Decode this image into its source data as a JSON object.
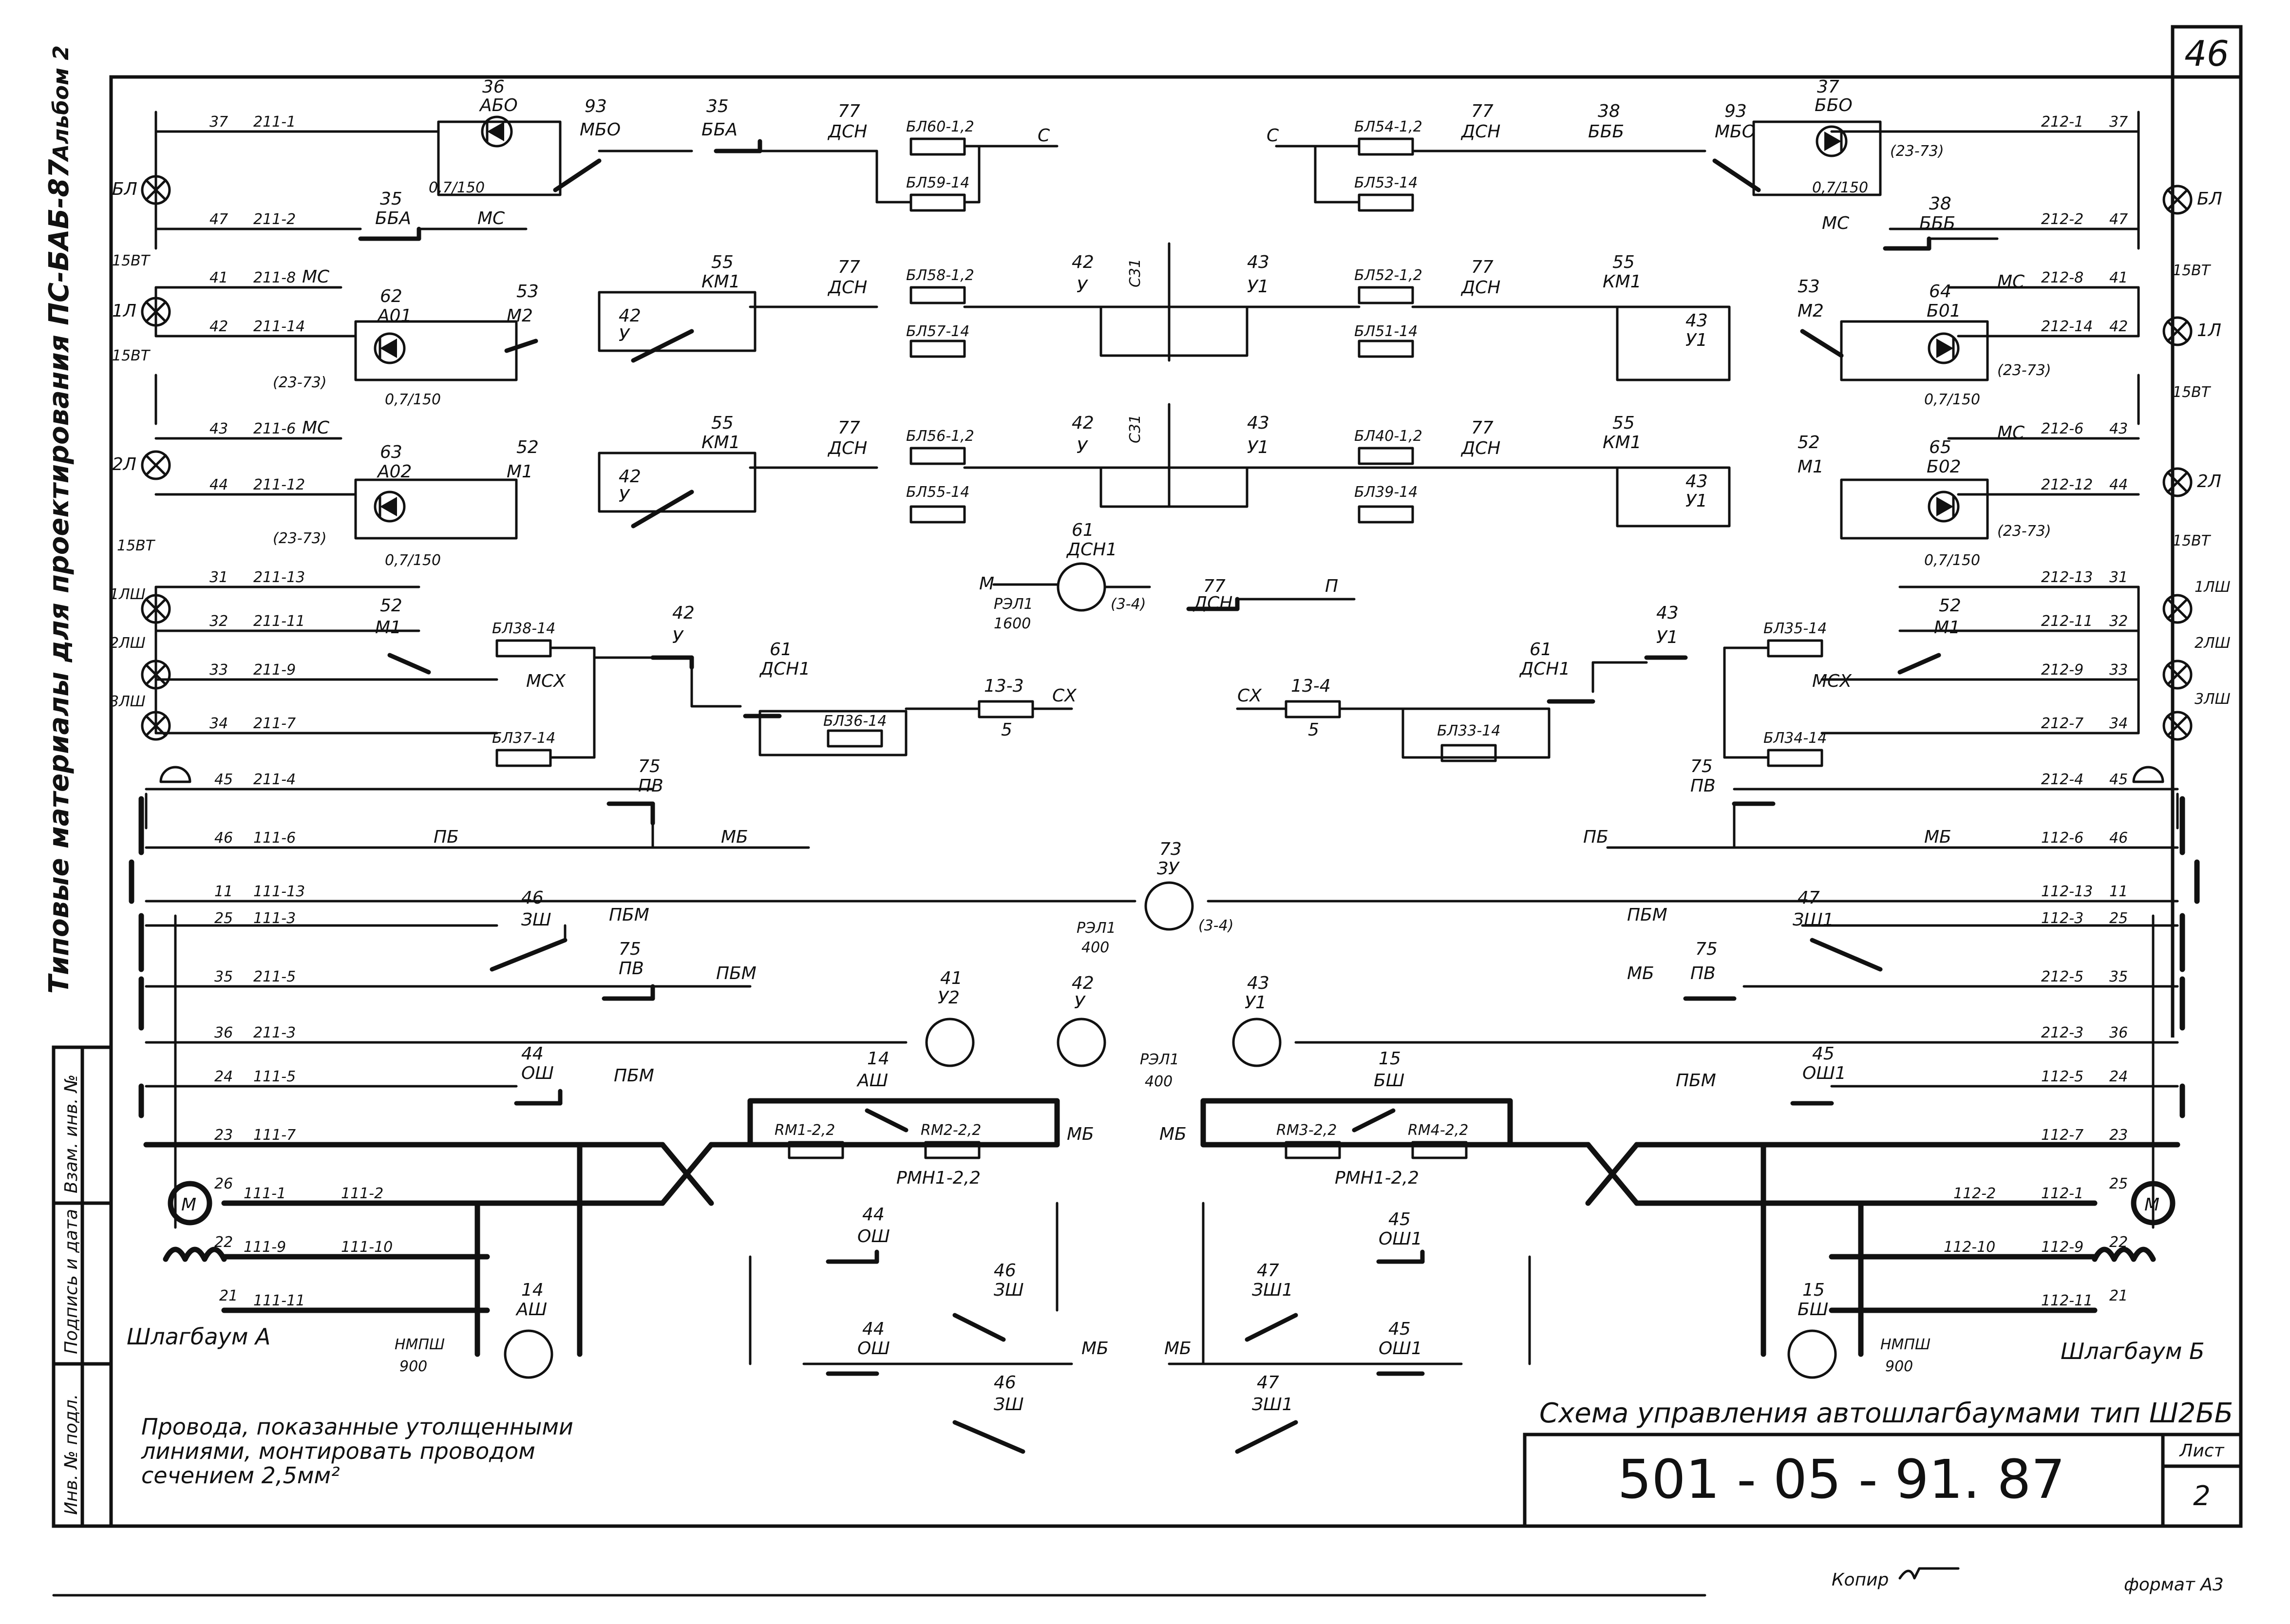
{
  "sheet": {
    "page_number": "46",
    "album": "Альбом 2",
    "series": "Типовые материалы для проектирования ПС-БАБ-87",
    "side_stamp": [
      "Инв. № подл.",
      "Подпись и дата",
      "Взам. инв. №"
    ],
    "title": "Схема управления автошлагбаумами тип Ш2ББ",
    "code": "501 - 05 - 91. 87",
    "list_label": "Лист",
    "list_number": "2",
    "note": [
      "Провода, показанные утолщенными",
      "линиями, монтировать проводом",
      "сечением 2,5мм²"
    ],
    "copy_label": "Копир",
    "format_label": "формат А3",
    "barrier_left": "Шлагбаум А",
    "barrier_right": "Шлагбаум Б",
    "lamp_labels_left": [
      "БЛ",
      "1Л",
      "2Л",
      "1ЛШ",
      "2ЛШ",
      "3ЛШ"
    ],
    "lamp_labels_right": [
      "БЛ",
      "1Л",
      "2Л",
      "1ЛШ",
      "2ЛШ",
      "3ЛШ"
    ],
    "power_labels": [
      "15ВТ",
      "15ВТ",
      "15ВТ",
      "15ВТ",
      "15ВТ",
      "15ВТ"
    ]
  },
  "wires": {
    "left": [
      "211-1",
      "211-2",
      "211-8",
      "211-14",
      "211-6",
      "211-12",
      "211-13",
      "211-11",
      "211-9",
      "211-7",
      "211-4",
      "111-6",
      "111-13",
      "111-3",
      "211-5",
      "211-3",
      "111-5",
      "111-7",
      "111-1",
      "111-2",
      "111-9",
      "111-10",
      "111-11"
    ],
    "right": [
      "212-1",
      "212-2",
      "212-8",
      "212-14",
      "212-6",
      "212-12",
      "212-13",
      "212-11",
      "212-9",
      "212-7",
      "212-4",
      "112-6",
      "112-13",
      "112-3",
      "212-5",
      "212-3",
      "112-5",
      "112-7",
      "112-2",
      "112-1",
      "112-10",
      "112-9",
      "112-11"
    ]
  },
  "terminals": {
    "left": [
      "37",
      "47",
      "41",
      "42",
      "43",
      "44",
      "31",
      "32",
      "33",
      "34",
      "45",
      "46",
      "11",
      "25",
      "35",
      "36",
      "24",
      "23",
      "26",
      "22",
      "21"
    ],
    "right": [
      "37",
      "47",
      "41",
      "42",
      "43",
      "44",
      "31",
      "32",
      "33",
      "34",
      "45",
      "46",
      "11",
      "25",
      "35",
      "36",
      "24",
      "23",
      "25",
      "22",
      "21"
    ]
  },
  "relays": {
    "r36": [
      "36",
      "АБО"
    ],
    "r37": [
      "37",
      "ББО"
    ],
    "r62": [
      "62",
      "А01"
    ],
    "r63": [
      "63",
      "А02"
    ],
    "r64": [
      "64",
      "Б01"
    ],
    "r65": [
      "65",
      "Б02"
    ],
    "r61": [
      "61",
      "ДСН1"
    ],
    "r73": [
      "73",
      "ЗУ"
    ],
    "r41": [
      "41",
      "У2"
    ],
    "r42": [
      "42",
      "У"
    ],
    "r43": [
      "43",
      "У1"
    ],
    "r14": [
      "14",
      "АШ"
    ],
    "r15": [
      "15",
      "БШ"
    ],
    "rp1": [
      "РЭЛ1",
      "1600"
    ],
    "rp2": [
      "РЭЛ1",
      "400"
    ],
    "rp3": [
      "РЭЛ1",
      "400"
    ],
    "nmpsh": [
      "НМПШ",
      "900"
    ]
  },
  "contacts": {
    "k93": [
      "93",
      "МБО"
    ],
    "k35": [
      "35",
      "ББА"
    ],
    "k77": [
      "77",
      "ДСН"
    ],
    "k38": [
      "38",
      "БББ"
    ],
    "k93b": [
      "93",
      "МБО"
    ],
    "k55": [
      "55",
      "КМ1"
    ],
    "k53": [
      "53",
      "М2"
    ],
    "k52": [
      "52",
      "М1"
    ],
    "k42": [
      "42",
      "У"
    ],
    "k43": [
      "43",
      "У1"
    ],
    "k75": [
      "75",
      "ПВ"
    ],
    "k46": [
      "46",
      "ЗШ"
    ],
    "k47": [
      "47",
      "ЗШ1"
    ],
    "k44": [
      "44",
      "ОШ"
    ],
    "k45": [
      "45",
      "ОШ1"
    ]
  },
  "blocks": [
    "БЛ60-1,2",
    "БЛ59-14",
    "БЛ54-1,2",
    "БЛ53-14",
    "БЛ58-1,2",
    "БЛ57-14",
    "БЛ52-1,2",
    "БЛ51-14",
    "БЛ56-1,2",
    "БЛ55-14",
    "БЛ40-1,2",
    "БЛ39-14",
    "БЛ38-14",
    "БЛ37-14",
    "БЛ36-14",
    "БЛ35-14",
    "БЛ34-14",
    "БЛ33-14"
  ],
  "misc": {
    "c": "С",
    "cx": "СХ",
    "mc": "МС",
    "mcx": "МСХ",
    "pb": "ПБ",
    "mb": "МБ",
    "pbm": "ПБМ",
    "m": "М",
    "p": "П",
    "c31": "С31",
    "res": "0,7/150",
    "diode_ref": "(23-73)",
    "ref34": "(3-4)",
    "rm_left": "РМН1-2,2",
    "rm_right": "РМН1-2,2",
    "rm1": "RМ1-2,2",
    "rm2": "RМ2-2,2",
    "rm3": "RМ3-2,2",
    "rm4": "RМ4-2,2",
    "r13_3": "13-3",
    "r13_4": "13-4",
    "v5": "5",
    "motor": "М"
  }
}
